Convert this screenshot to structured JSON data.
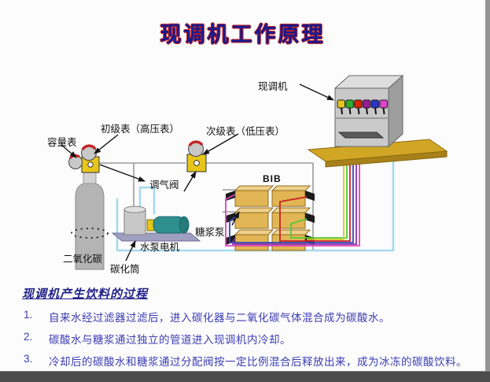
{
  "title": {
    "text": "现调机工作原理"
  },
  "diagram": {
    "labels": {
      "dispenser": "现调机",
      "capacity_gauge": "容量表",
      "primary_gauge": "初级表（高压表）",
      "secondary_gauge": "次级表（低压表）",
      "gas_valve": "调气阀",
      "bib": "BIB",
      "syrup_pump": "糖浆泵",
      "water_pump_motor": "水泵电机",
      "carbonator": "碳化筒",
      "co2": "二氧化碳"
    },
    "colors": {
      "title_fill": "#1a1a8c",
      "title_outline": "#c42222",
      "heading_text": "#22228a",
      "body_text": "#3c3cb4",
      "label_text": "#111111",
      "table_gold": "#d2a625",
      "machine_front": "#c9c9c9",
      "machine_side": "#9e9e9e",
      "bib_box": "#e2b654",
      "motor_teal": "#2f8f8f",
      "regulator_yellow": "#e7c619",
      "water_pipe": "#a6d9ee",
      "valve_colors": [
        "#e6c31f",
        "#2fae2f",
        "#dd2200",
        "#991d99",
        "#2a35c9",
        "#dd44cc"
      ],
      "tube_colors": {
        "magenta": "#dd44bb",
        "blue": "#3344bb",
        "violet": "#8833aa",
        "red": "#cc2222",
        "green": "#58c838",
        "yellow": "#d8c820"
      }
    }
  },
  "process": {
    "heading": "现调机产生饮料的过程",
    "steps": [
      {
        "num": "1.",
        "text": "自来水经过滤器过滤后，进入碳化器与二氧化碳气体混合成为碳酸水。"
      },
      {
        "num": "2.",
        "text": "碳酸水与糖浆通过独立的管道进入现调机内冷却。"
      },
      {
        "num": "3.",
        "text": "冷却后的碳酸水和糖浆通过分配阀按一定比例混合后释放出来，成为冰冻的碳酸饮料。"
      }
    ]
  }
}
